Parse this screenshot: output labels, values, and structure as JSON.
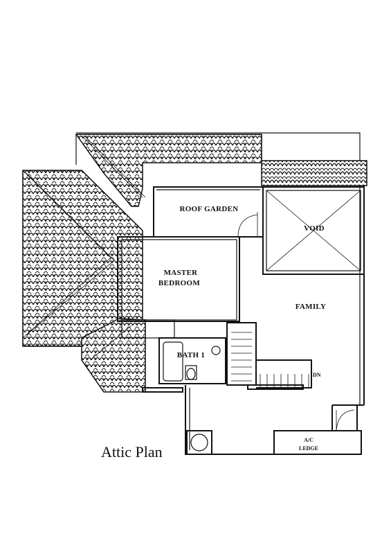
{
  "plan": {
    "title": "Attic Plan",
    "rooms": {
      "roof_garden": "ROOF GARDEN",
      "void": "VOID",
      "master_bedroom_line1": "MASTER",
      "master_bedroom_line2": "BEDROOM",
      "family": "FAMILY",
      "bath": "BATH 1",
      "stair_direction": "DN",
      "ac_ledge_line1": "A/C",
      "ac_ledge_line2": "LEDGE"
    }
  }
}
